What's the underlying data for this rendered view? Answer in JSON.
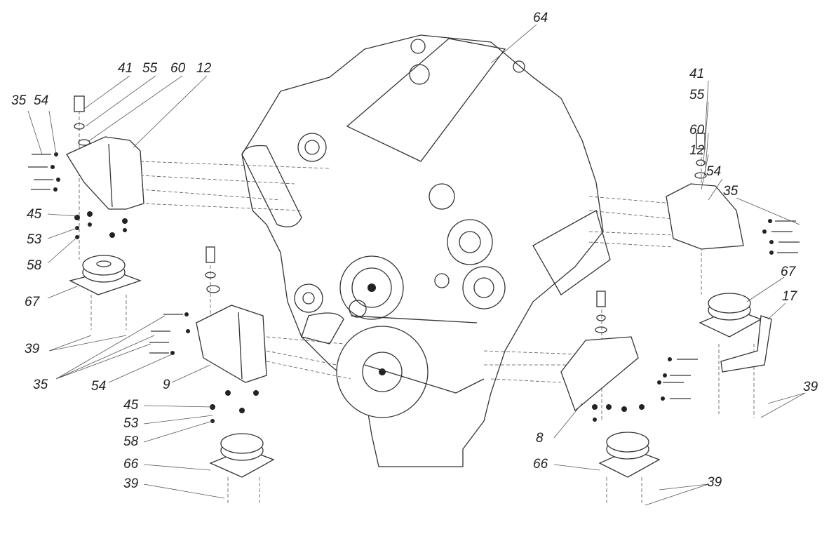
{
  "diagram": {
    "callouts": [
      {
        "id": "c64a",
        "text": "64"
      },
      {
        "id": "c41l",
        "text": "41"
      },
      {
        "id": "c55l",
        "text": "55"
      },
      {
        "id": "c60l",
        "text": "60"
      },
      {
        "id": "c12l",
        "text": "12"
      },
      {
        "id": "c35l",
        "text": "35"
      },
      {
        "id": "c54l",
        "text": "54"
      },
      {
        "id": "c45l",
        "text": "45"
      },
      {
        "id": "c53l",
        "text": "53"
      },
      {
        "id": "c58l",
        "text": "58"
      },
      {
        "id": "c67l",
        "text": "67"
      },
      {
        "id": "c39l",
        "text": "39"
      },
      {
        "id": "c35b",
        "text": "35"
      },
      {
        "id": "c54b",
        "text": "54"
      },
      {
        "id": "c9",
        "text": "9"
      },
      {
        "id": "c45b",
        "text": "45"
      },
      {
        "id": "c53b",
        "text": "53"
      },
      {
        "id": "c58b",
        "text": "58"
      },
      {
        "id": "c66b",
        "text": "66"
      },
      {
        "id": "c39b",
        "text": "39"
      },
      {
        "id": "c41r",
        "text": "41"
      },
      {
        "id": "c55r",
        "text": "55"
      },
      {
        "id": "c60r",
        "text": "60"
      },
      {
        "id": "c12r",
        "text": "12"
      },
      {
        "id": "c54r",
        "text": "54"
      },
      {
        "id": "c35r",
        "text": "35"
      },
      {
        "id": "c67r",
        "text": "67"
      },
      {
        "id": "c17",
        "text": "17"
      },
      {
        "id": "c39r",
        "text": "39"
      },
      {
        "id": "c8",
        "text": "8"
      },
      {
        "id": "c66r",
        "text": "66"
      },
      {
        "id": "c39br",
        "text": "39"
      }
    ]
  }
}
